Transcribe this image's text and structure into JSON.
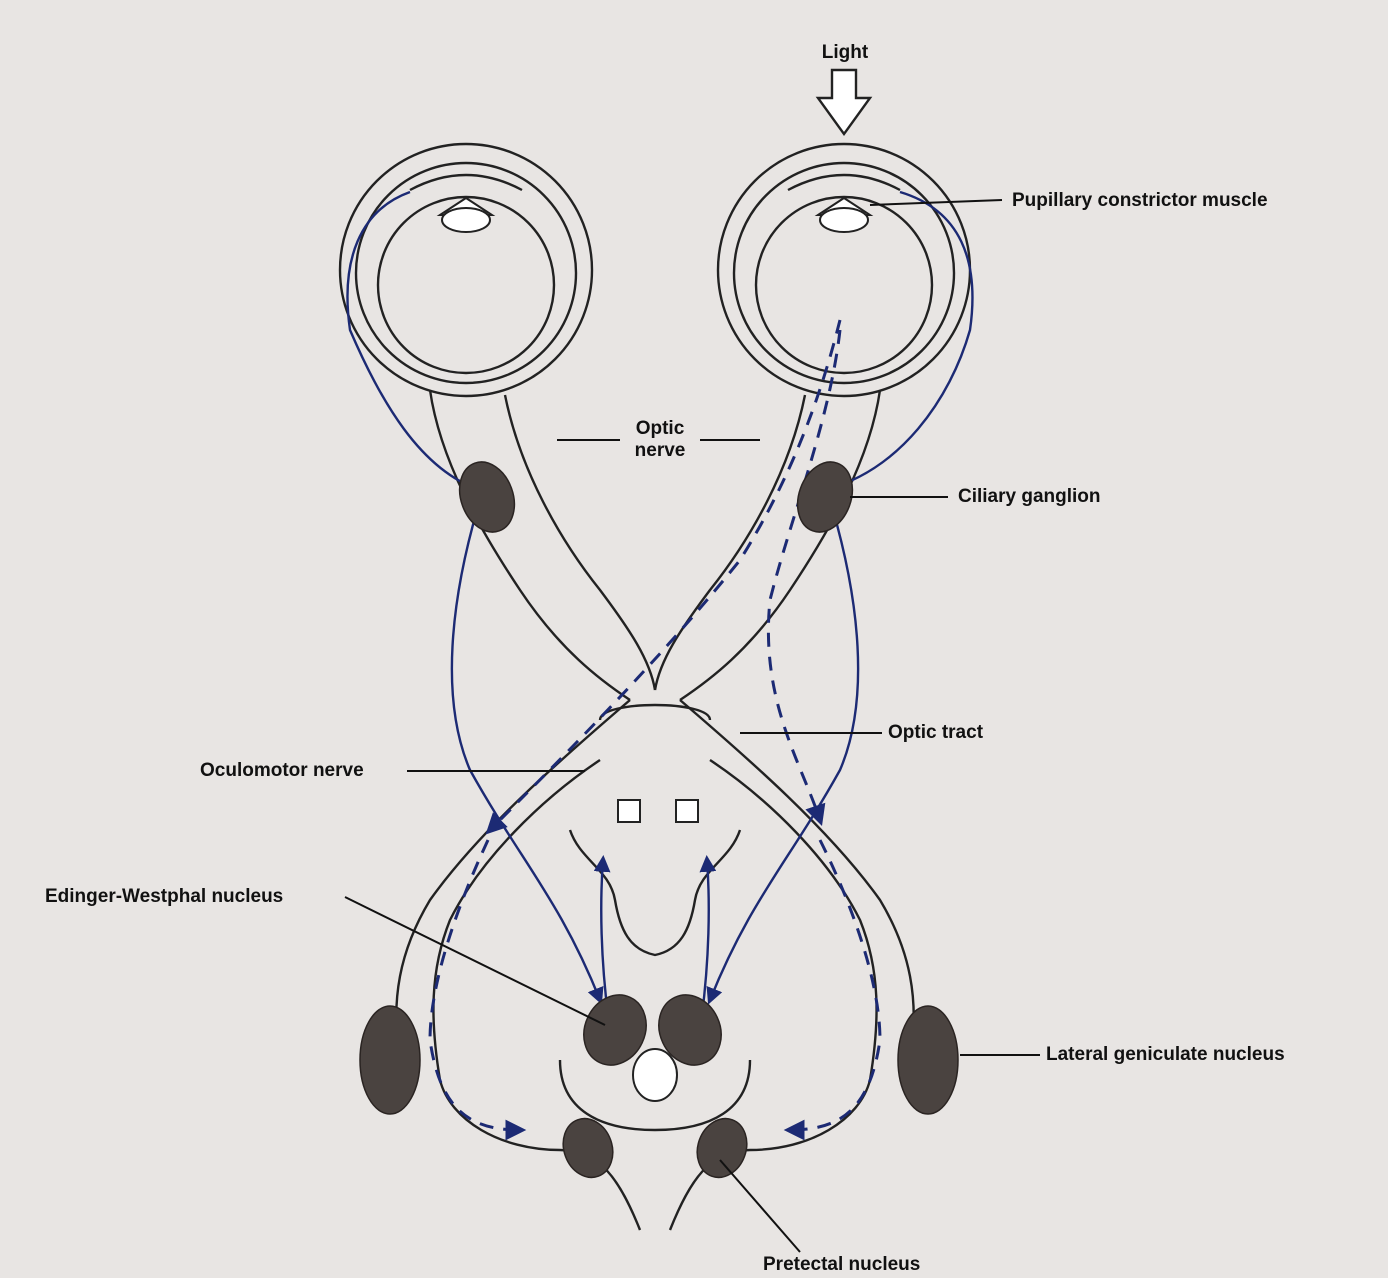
{
  "labels": {
    "light": "Light",
    "pupillary_constrictor_muscle": "Pupillary constrictor muscle",
    "optic_nerve_line1": "Optic",
    "optic_nerve_line2": "nerve",
    "ciliary_ganglion": "Ciliary ganglion",
    "optic_tract": "Optic tract",
    "oculomotor_nerve": "Oculomotor nerve",
    "edinger_westphal_nucleus": "Edinger-Westphal nucleus",
    "lateral_geniculate_nucleus": "Lateral geniculate nucleus",
    "pretectal_nucleus": "Pretectal nucleus"
  },
  "colors": {
    "background": "#e8e5e3",
    "nerve_pathway": "#1c2a74",
    "nucleus_fill": "#4a4340",
    "label_text": "#111111"
  }
}
